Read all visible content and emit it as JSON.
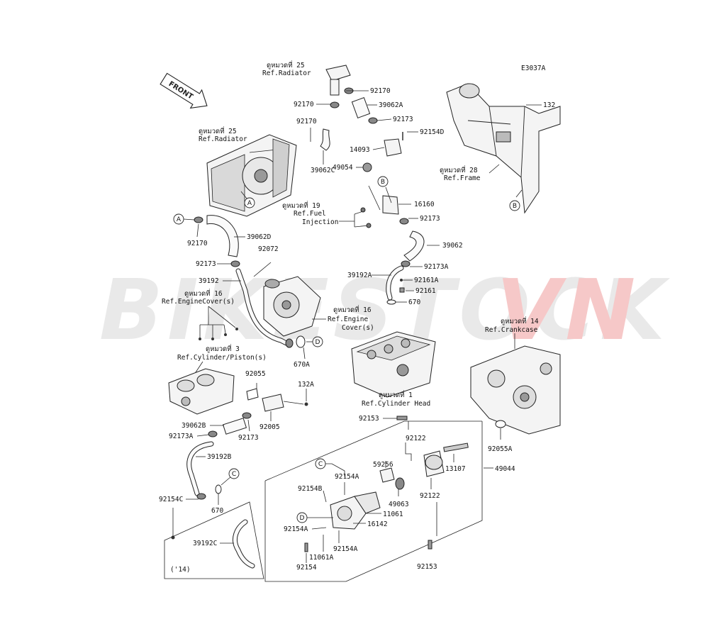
{
  "diagram_code": "E3037A",
  "front_arrow_label": "FRONT",
  "watermark": {
    "part1": "BIKESTOCK",
    "part2": "VN",
    "color1": "#e9e9e9",
    "color2": "#f6c8c8"
  },
  "refs": {
    "radiator_top": {
      "line1": "ดูหมวดที่ 25",
      "line2": "Ref.Radiator"
    },
    "radiator_left": {
      "line1": "ดูหมวดที่ 25",
      "line2": "Ref.Radiator"
    },
    "fuel_injection": {
      "line1": "ดูหมวดที่ 19",
      "line2": "Ref.Fuel",
      "line3": "Injection"
    },
    "frame": {
      "line1": "ดูหมวดที่ 28",
      "line2": "Ref.Frame"
    },
    "engine_cover_left": {
      "line1": "ดูหมวดที่ 16",
      "line2": "Ref.EngineCover(s)"
    },
    "engine_cover_right": {
      "line1": "ดูหมวดที่ 16",
      "line2": "Ref.Engine",
      "line3": "Cover(s)"
    },
    "crankcase": {
      "line1": "ดูหมวดที่ 14",
      "line2": "Ref.Crankcase"
    },
    "cylinder_piston": {
      "line1": "ดูหมวดที่ 3",
      "line2": "Ref.Cylinder/Piston(s)"
    },
    "cylinder_head": {
      "line1": "ดูหมวดที่ 1",
      "line2": "Ref.Cylinder Head"
    }
  },
  "parts": {
    "p92170_a": "92170",
    "p39062A": "39062A",
    "p92170_b": "92170",
    "p92173_a": "92173",
    "p92170_c": "92170",
    "p92154D": "92154D",
    "p14093": "14093",
    "p39062C": "39062C",
    "p49054": "49054",
    "p16160": "16160",
    "p92173_b": "92173",
    "p39062D": "39062D",
    "p92170_d": "92170",
    "p92072": "92072",
    "p92173_c": "92173",
    "p39062": "39062",
    "p39192": "39192",
    "p92173A_a": "92173A",
    "p39192A": "39192A",
    "p92161A": "92161A",
    "p92161": "92161",
    "p670_a": "670",
    "p670A": "670A",
    "p132": "132",
    "p92055": "92055",
    "p132A": "132A",
    "p39062B": "39062B",
    "p92005": "92005",
    "p92173A_b": "92173A",
    "p92173_d": "92173",
    "p39192B": "39192B",
    "p92154C": "92154C",
    "p670_b": "670",
    "p39192C": "39192C",
    "p14_note": "('14)",
    "p92153_a": "92153",
    "p92122_a": "92122",
    "p92055A": "92055A",
    "p59256": "59256",
    "p13107": "13107",
    "p49044": "49044",
    "p92154A_a": "92154A",
    "p92154B": "92154B",
    "p49063": "49063",
    "p92122_b": "92122",
    "p11061": "11061",
    "p92154A_b": "92154A",
    "p16142": "16142",
    "p92154A_c": "92154A",
    "p11061A": "11061A",
    "p92154": "92154",
    "p92153_b": "92153"
  },
  "callouts": {
    "A": "A",
    "B": "B",
    "C": "C",
    "D": "D"
  }
}
